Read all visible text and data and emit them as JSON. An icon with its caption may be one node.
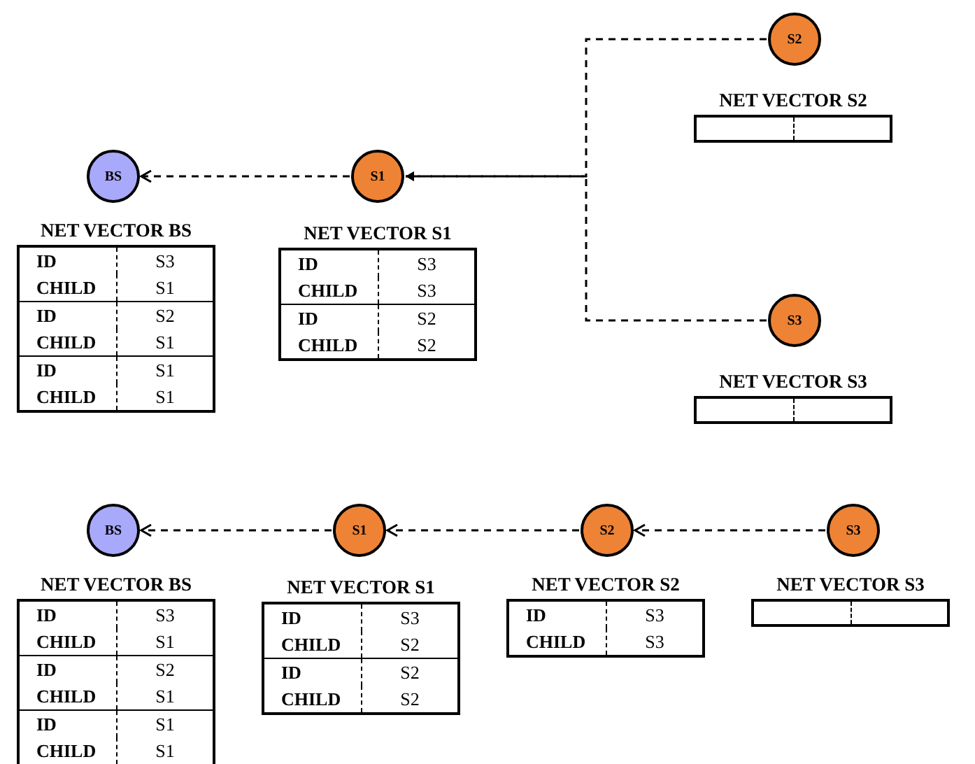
{
  "diagram": {
    "nodes": [
      {
        "text": [
          "BS"
        ]
      },
      {
        "text": [
          "S1"
        ]
      },
      {
        "text": [
          "S2"
        ]
      },
      {
        "text": [
          "NET VECTOR S2"
        ]
      },
      {
        "text": [
          "NET VECTOR BS",
          "ID",
          "S3",
          "CHILD",
          "S1",
          "ID",
          "S2",
          "CHILD",
          "S1",
          "ID",
          "S1",
          "CHILD",
          "S1"
        ]
      },
      {
        "text": [
          "NET VECTOR S1",
          "ID",
          "S3",
          "CHILD",
          "S3",
          "ID",
          "S2",
          "CHILD",
          "S2"
        ]
      },
      {
        "text": [
          "S3"
        ]
      },
      {
        "text": [
          "NET VECTOR S3"
        ]
      },
      {
        "text": [
          "BS"
        ]
      },
      {
        "text": [
          "S1"
        ]
      },
      {
        "text": [
          "S2"
        ]
      },
      {
        "text": [
          "S3"
        ]
      },
      {
        "text": [
          "NET VECTOR BS",
          "ID",
          "S3",
          "CHILD",
          "S1",
          "ID",
          "S2",
          "CHILD",
          "S1",
          "ID",
          "S1",
          "CHILD",
          "S1"
        ]
      },
      {
        "text": [
          "NET VECTOR S1",
          "ID",
          "S3",
          "CHILD",
          "S2",
          "ID",
          "S2",
          "CHILD",
          "S2"
        ]
      },
      {
        "text": [
          "NET VECTOR S2",
          "ID",
          "S3",
          "CHILD",
          "S3"
        ]
      },
      {
        "text": [
          "NET VECTOR S3"
        ]
      }
    ],
    "edges": [
      {
        "from": 1,
        "to": 0,
        "arrow": "to"
      },
      {
        "from": 2,
        "to": 1,
        "arrow": "to"
      },
      {
        "from": 6,
        "to": 1,
        "arrow": "to"
      },
      {
        "from": 9,
        "to": 8,
        "arrow": "to"
      },
      {
        "from": 10,
        "to": 9,
        "arrow": "to"
      },
      {
        "from": 11,
        "to": 10,
        "arrow": "to"
      }
    ]
  }
}
